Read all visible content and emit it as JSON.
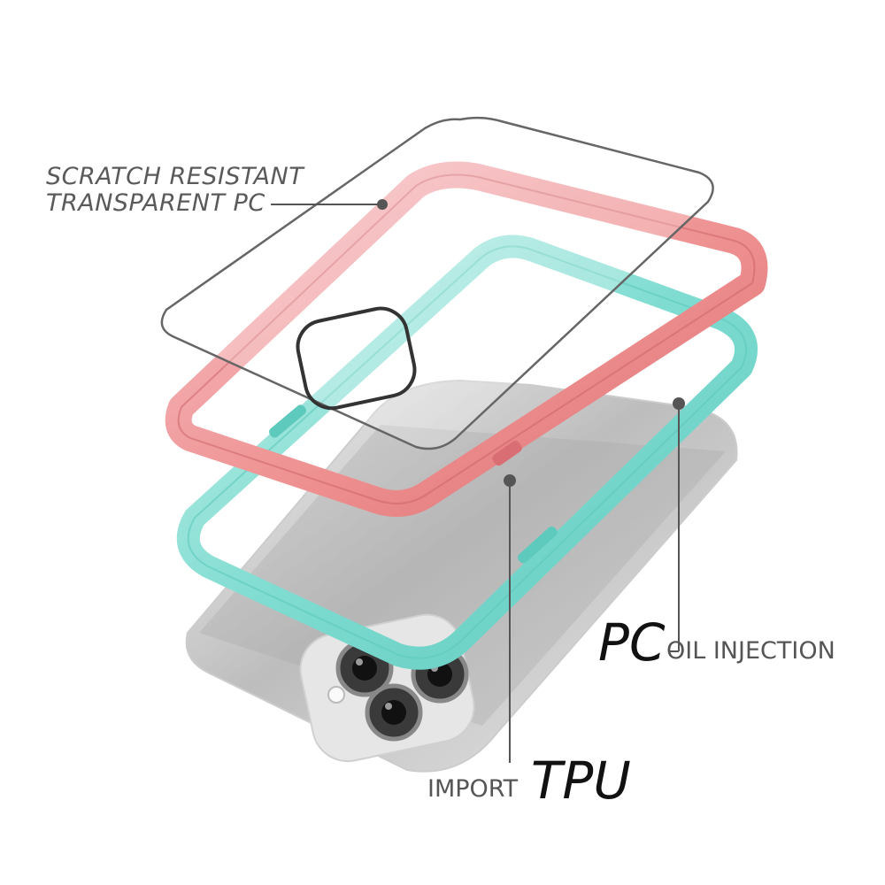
{
  "callouts": {
    "top_line1": "SCRATCH RESISTANT",
    "top_line2": "TRANSPARENT PC",
    "pc_big": "PC",
    "pc_small": "OIL INJECTION",
    "tpu_small": "IMPORT",
    "tpu_big": "TPU"
  },
  "colors": {
    "pink_frame": "#ee8e8e",
    "mint_frame": "#7fdcd1",
    "phone_body": "#d9d9d9",
    "outline": "#555555",
    "text_dark": "#111111",
    "text_gray": "#555555"
  }
}
